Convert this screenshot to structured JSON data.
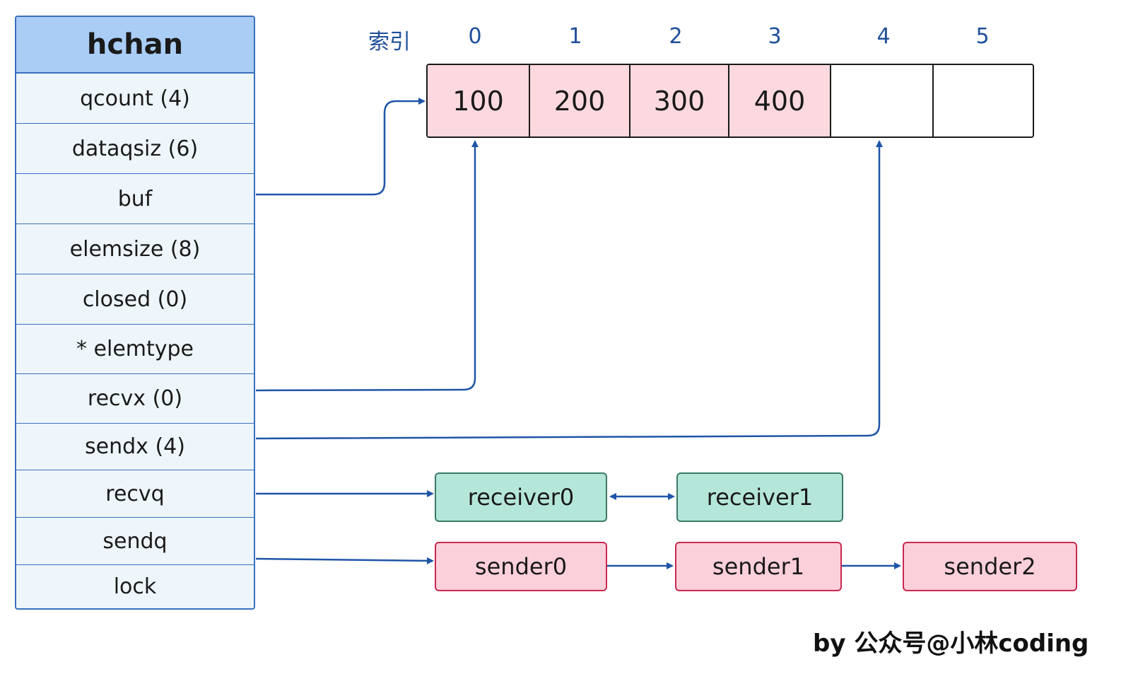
{
  "hchan": {
    "title": "hchan",
    "fields": [
      "qcount (4)",
      "dataqsiz (6)",
      "buf",
      "elemsize (8)",
      "closed (0)",
      "* elemtype",
      "recvx  (0)",
      "sendx  (4)",
      "recvq",
      "sendq",
      "lock"
    ]
  },
  "buffer": {
    "index_label": "索引",
    "indices": [
      "0",
      "1",
      "2",
      "3",
      "4",
      "5"
    ],
    "cells": [
      "100",
      "200",
      "300",
      "400",
      "",
      ""
    ]
  },
  "recvq": {
    "nodes": [
      "receiver0",
      "receiver1"
    ]
  },
  "sendq": {
    "nodes": [
      "sender0",
      "sender1",
      "sender2"
    ]
  },
  "credit": "by  公众号@小林coding",
  "colors": {
    "arrow": "#1f55a8",
    "struct_border": "#3a6fbf",
    "struct_header": "#a9cdf5",
    "filled_cell": "#fcd9df",
    "receiver_fill": "#b5e6da",
    "sender_fill": "#fcd0da"
  }
}
